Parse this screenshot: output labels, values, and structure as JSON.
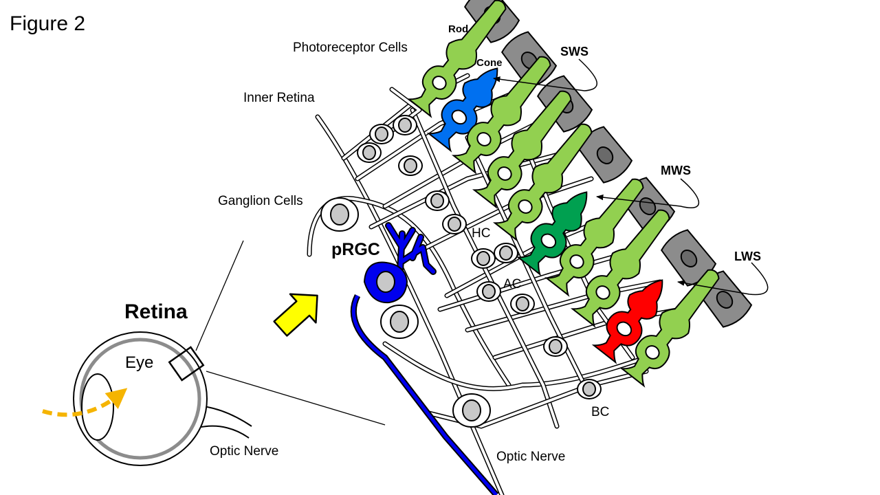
{
  "figure_label": "Figure 2",
  "labels": {
    "rod": "Rod",
    "cone": "Cone",
    "photoreceptor_cells": "Photoreceptor Cells",
    "inner_retina": "Inner Retina",
    "ganglion_cells": "Ganglion Cells",
    "prgc": "pRGC",
    "hc": "HC",
    "ac": "AC",
    "bc": "BC",
    "sws": "SWS",
    "mws": "MWS",
    "lws": "LWS",
    "retina": "Retina",
    "eye": "Eye",
    "optic_nerve_eye": "Optic Nerve",
    "optic_nerve_retina": "Optic Nerve"
  },
  "colors": {
    "rod": "#92d050",
    "sws_cone": "#0070f0",
    "mws_cone": "#00a050",
    "lws_cone": "#ff0000",
    "prgc": "#0000ee",
    "rpe": "#8c8c8c",
    "nucleus": "#c8c8c8",
    "light_arrow": "#ffff00",
    "light_path": "#f5b400",
    "eye_ring": "#8c8c8c"
  },
  "icons": {
    "light_arrow": "yellow-block-arrow",
    "light_path": "dashed-orange-arrow"
  }
}
